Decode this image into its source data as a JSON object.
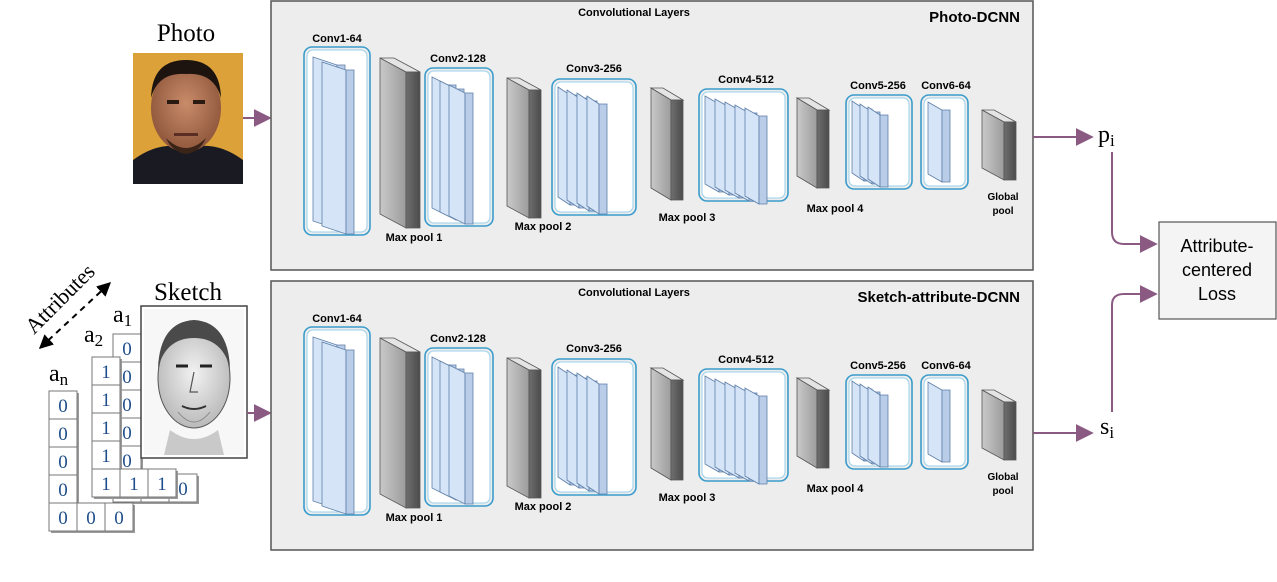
{
  "photo": {
    "label": "Photo"
  },
  "sketch": {
    "label": "Sketch"
  },
  "attributes": {
    "label": "Attributes",
    "a1": {
      "base": "a",
      "sub": "1"
    },
    "a2": {
      "base": "a",
      "sub": "2"
    },
    "an": {
      "base": "a",
      "sub": "n"
    },
    "card_front_rows": [
      [
        "0",
        "0",
        "0"
      ],
      [
        "0"
      ],
      [
        "0"
      ],
      [
        "0"
      ],
      [
        "0"
      ]
    ],
    "card_mid_rows": [
      [
        "1",
        "1",
        "1"
      ],
      [
        "1"
      ],
      [
        "1"
      ],
      [
        "1"
      ],
      [
        "1"
      ]
    ],
    "card_back_rows": [
      [
        "0",
        "0",
        "0"
      ],
      [
        "0"
      ],
      [
        "0"
      ],
      [
        "0"
      ],
      [
        "0"
      ],
      [
        "0"
      ]
    ]
  },
  "photo_panel": {
    "title": "Photo-DCNN",
    "subtitle": "Convolutional Layers",
    "conv_labels": [
      "Conv1-64",
      "Conv2-128",
      "Conv3-256",
      "Conv4-512",
      "Conv5-256",
      "Conv6-64"
    ],
    "pool_labels": [
      "Max pool 1",
      "Max pool 2",
      "Max pool 3",
      "Max pool 4"
    ],
    "global_pool": [
      "Global",
      "pool"
    ]
  },
  "sketch_panel": {
    "title": "Sketch-attribute-DCNN",
    "subtitle": "Convolutional Layers",
    "conv_labels": [
      "Conv1-64",
      "Conv2-128",
      "Conv3-256",
      "Conv4-512",
      "Conv5-256",
      "Conv6-64"
    ],
    "pool_labels": [
      "Max pool 1",
      "Max pool 2",
      "Max pool 3",
      "Max pool 4"
    ],
    "global_pool": [
      "Global",
      "pool"
    ]
  },
  "outputs": {
    "p": {
      "base": "p",
      "sub": "i"
    },
    "s": {
      "base": "s",
      "sub": "i"
    }
  },
  "loss": {
    "lines": [
      "Attribute-",
      "centered",
      "Loss"
    ]
  },
  "colors": {
    "arrow": "#8a5a82",
    "conv_fill": "#d6e4f7",
    "conv_border": "#3a9ccc",
    "pool_fill": "#cfcfcf",
    "panel_fill": "#ededed",
    "attribute_digit": "#1f4e8c"
  }
}
